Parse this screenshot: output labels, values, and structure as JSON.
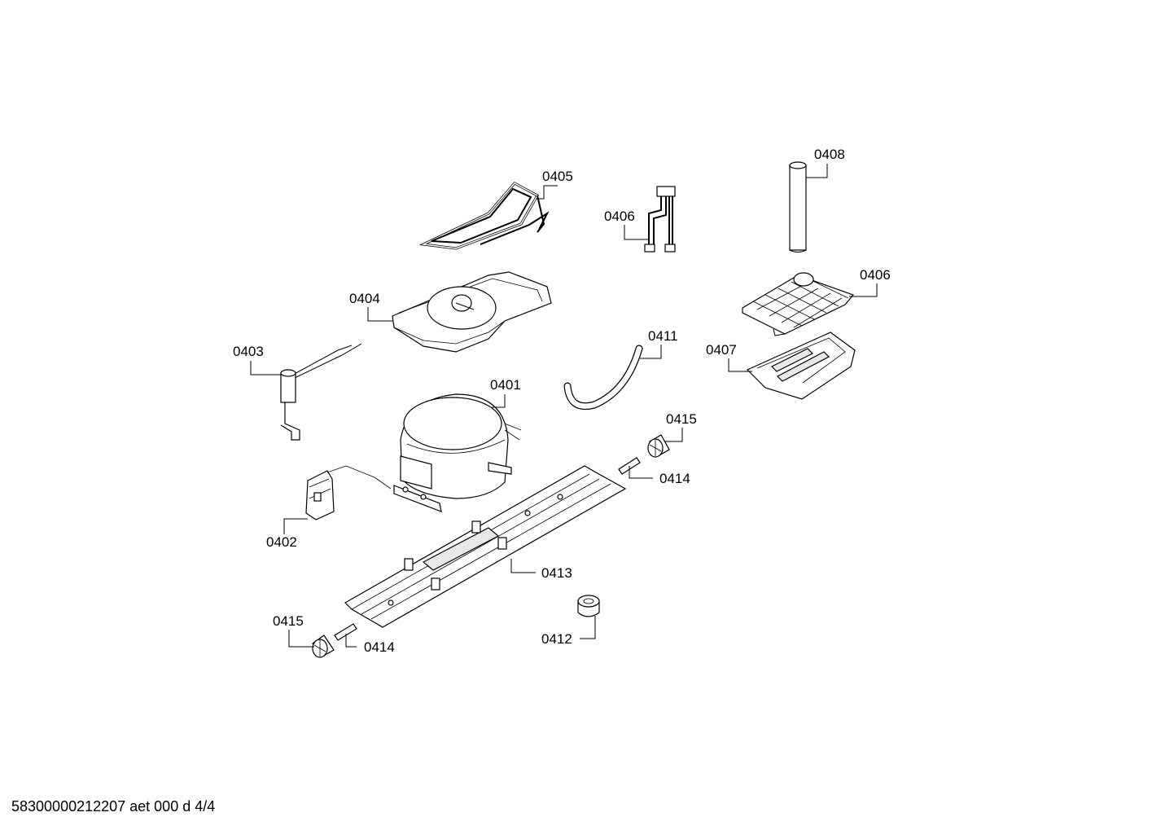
{
  "callouts": [
    {
      "id": "c0401",
      "label": "0401"
    },
    {
      "id": "c0402",
      "label": "0402"
    },
    {
      "id": "c0403",
      "label": "0403"
    },
    {
      "id": "c0404",
      "label": "0404"
    },
    {
      "id": "c0405",
      "label": "0405"
    },
    {
      "id": "c0406a",
      "label": "0406"
    },
    {
      "id": "c0406b",
      "label": "0406"
    },
    {
      "id": "c0407",
      "label": "0407"
    },
    {
      "id": "c0408",
      "label": "0408"
    },
    {
      "id": "c0411",
      "label": "0411"
    },
    {
      "id": "c0412",
      "label": "0412"
    },
    {
      "id": "c0413",
      "label": "0413"
    },
    {
      "id": "c0414a",
      "label": "0414"
    },
    {
      "id": "c0414b",
      "label": "0414"
    },
    {
      "id": "c0415a",
      "label": "0415"
    },
    {
      "id": "c0415b",
      "label": "0415"
    }
  ],
  "footer": "58300000212207 aet 000 d 4/4"
}
